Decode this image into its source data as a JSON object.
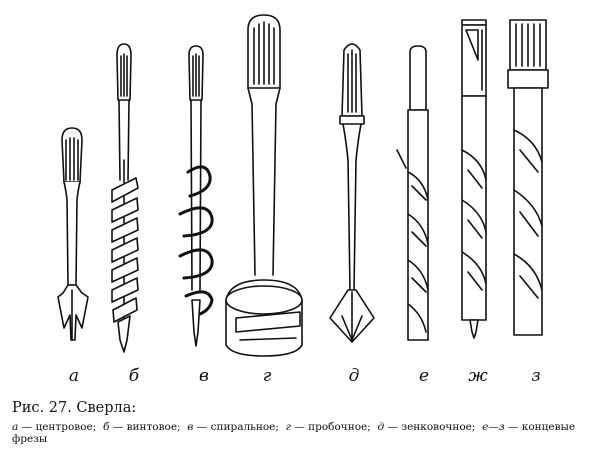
{
  "figure": {
    "labels": [
      "а",
      "б",
      "в",
      "г",
      "д",
      "е",
      "ж",
      "з"
    ],
    "caption_title": "Рис. 27. Сверла:",
    "caption_items": [
      {
        "key": "а",
        "text": "центровое;"
      },
      {
        "key": "б",
        "text": "винтовое;"
      },
      {
        "key": "в",
        "text": "спиральное;"
      },
      {
        "key": "г",
        "text": "пробочное;"
      },
      {
        "key": "д",
        "text": "зенковочное;"
      },
      {
        "key": "е—з",
        "text": "концевые фрезы"
      }
    ]
  }
}
